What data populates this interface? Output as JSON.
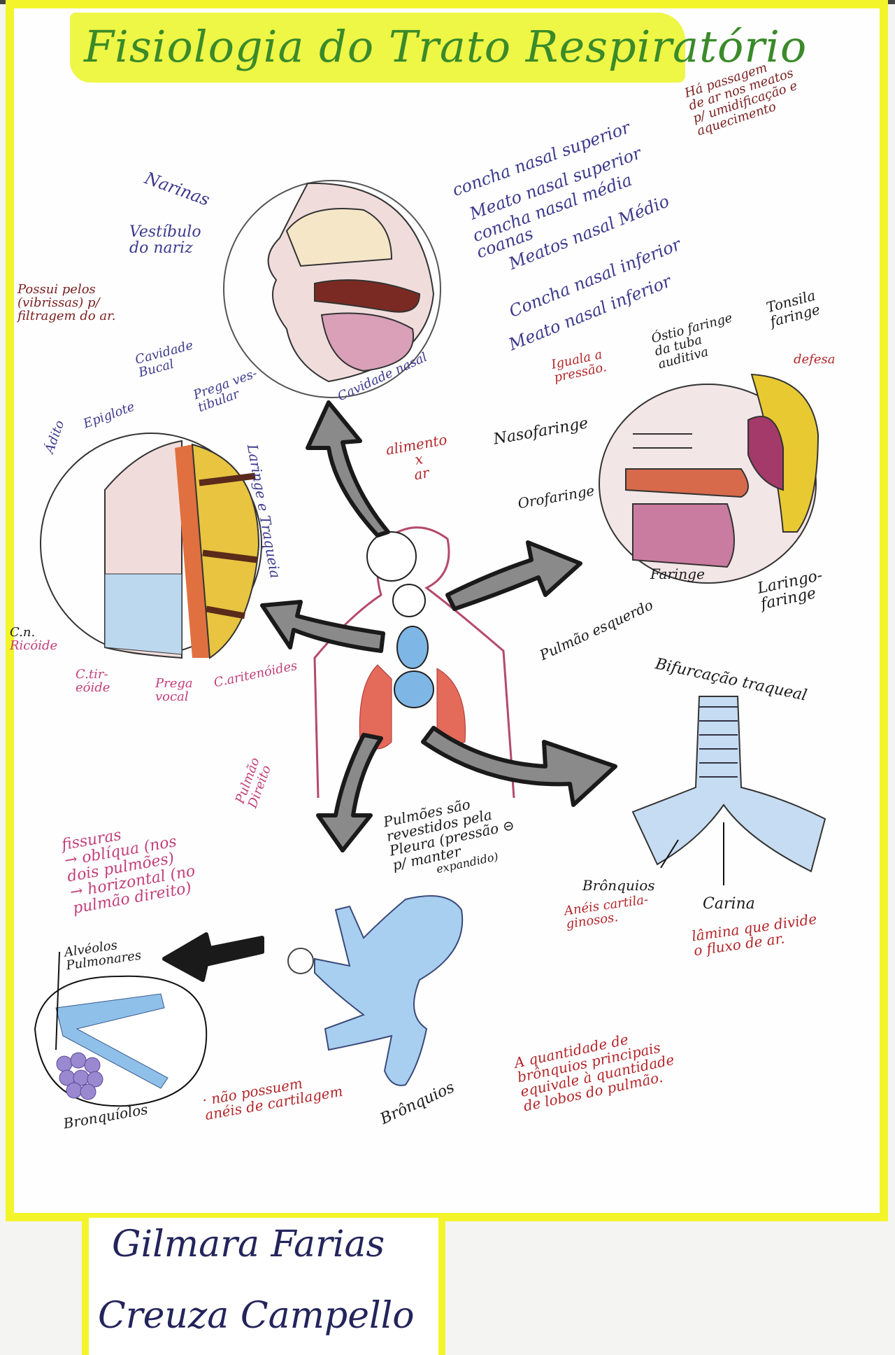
{
  "title": "Fisiologia do Trato Respiratório",
  "nasal": {
    "note_meatos": [
      "Há passagem",
      "de ar nos meatos",
      "p/ umidificação e",
      "aquecimento"
    ],
    "labels_right": [
      "concha nasal superior",
      "Meato nasal superior",
      "concha nasal média",
      "coanas",
      "Meatos nasal Médio",
      "Concha nasal inferior",
      "Meato nasal inferior"
    ],
    "narinas": "Narinas",
    "vestibulo": [
      "Vestíbulo",
      "do nariz"
    ],
    "pelos": [
      "Possui pelos",
      "(vibrissas) p/",
      "filtragem do ar."
    ],
    "cavidade_bucal": [
      "Cavidade",
      "Bucal"
    ],
    "prega_vestibular": [
      "Prega ves-",
      "tibular"
    ],
    "cavidade_nasal": "Cavidade nasal"
  },
  "pharynx": {
    "iguala": [
      "Iguala a",
      "pressão."
    ],
    "ostio": [
      "Óstio faringe",
      "da tuba",
      "auditiva"
    ],
    "tonsila": [
      "Tonsila",
      "faringe"
    ],
    "defesa": "defesa",
    "nasofaringe": "Nasofaringe",
    "orofaringe": "Orofaringe",
    "faringe": "Faringe",
    "laringofaringe": [
      "Laringo-",
      "faringe"
    ]
  },
  "larynx": {
    "adito": "Ádito",
    "epiglote": "Epiglote",
    "laringe_traqueia": "Laringe e Traqueia",
    "cricoide": [
      "C.n.",
      "Ricóide"
    ],
    "tireoide": [
      "C.tir-",
      "eóide"
    ],
    "prega_vocal": [
      "Prega",
      "vocal"
    ],
    "aritenoides": "C.aritenóides"
  },
  "center": {
    "alimento": [
      "alimento",
      "x",
      "ar"
    ],
    "pulmao_esquerdo": "Pulmão esquerdo",
    "pulmao_direito": [
      "Pulmão",
      "Direito"
    ],
    "pleura": [
      "Pulmões são",
      "revestidos pela",
      "Pleura (pressão ⊝",
      "p/ manter",
      "expandido)"
    ]
  },
  "fissuras": [
    "fissuras",
    "→ oblíqua (nos",
    "dois pulmões)",
    "→ horizontal (no",
    "pulmão direito)"
  ],
  "bifurcation": {
    "title": "Bifurcação traqueal",
    "bronquios": "Brônquios",
    "aneis": [
      "Anéis cartila-",
      "ginosos."
    ],
    "carina": "Carina",
    "lamina": [
      "lâmina que divide",
      "o fluxo de ar."
    ]
  },
  "bronchial_tree": {
    "alveolos": [
      "Alvéolos",
      "Pulmonares"
    ],
    "bronquiolos": "Bronquíolos",
    "nao_possuem": [
      "· não possuem",
      "anéis de cartilagem"
    ],
    "bronquios": "Brônquios",
    "quantidade": [
      "A quantidade de",
      "brônquios principais",
      "equivale à quantidade",
      "de lobos do pulmão."
    ]
  },
  "authors": [
    "Gilmara Farias",
    "Creuza Campello"
  ],
  "colors": {
    "highlight": "#f3f52a",
    "label_blue": "#3c3a8c",
    "label_red": "#b3262a",
    "label_magenta": "#c23f7a"
  }
}
